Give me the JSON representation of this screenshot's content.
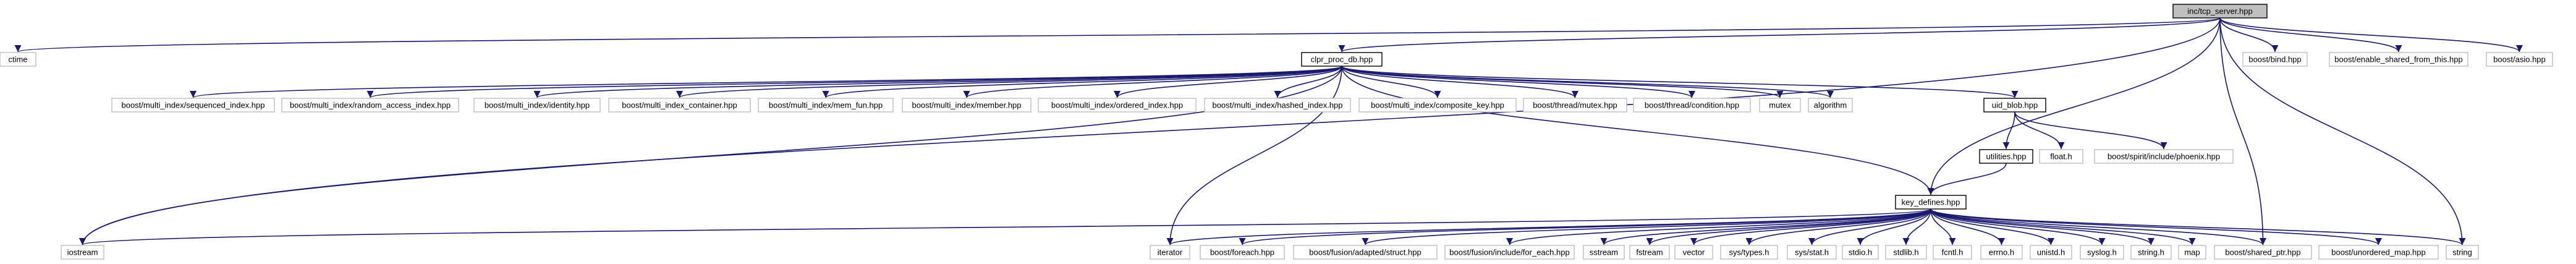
{
  "colors": {
    "edge": "#191970",
    "root_fill": "#bfbfbf",
    "root_border": "#000000",
    "documented_fill": "#ffffff",
    "documented_border": "#000000",
    "external_fill": "#ffffff",
    "external_border": "#bfbfbf",
    "text": "#000000"
  },
  "nodes": [
    {
      "id": "tcp_server",
      "label": "inc/tcp_server.hpp",
      "kind": "root"
    },
    {
      "id": "ctime",
      "label": "ctime",
      "kind": "external"
    },
    {
      "id": "clpr_proc_db",
      "label": "clpr_proc_db.hpp",
      "kind": "documented"
    },
    {
      "id": "boost_bind",
      "label": "boost/bind.hpp",
      "kind": "external"
    },
    {
      "id": "enable_shared",
      "label": "boost/enable_shared_from_this.hpp",
      "kind": "external"
    },
    {
      "id": "asio",
      "label": "boost/asio.hpp",
      "kind": "external"
    },
    {
      "id": "mi_seq",
      "label": "boost/multi_index/sequenced_index.hpp",
      "kind": "external"
    },
    {
      "id": "mi_ra",
      "label": "boost/multi_index/random_access_index.hpp",
      "kind": "external"
    },
    {
      "id": "mi_id",
      "label": "boost/multi_index/identity.hpp",
      "kind": "external"
    },
    {
      "id": "mi_cont",
      "label": "boost/multi_index_container.hpp",
      "kind": "external"
    },
    {
      "id": "mi_memfun",
      "label": "boost/multi_index/mem_fun.hpp",
      "kind": "external"
    },
    {
      "id": "mi_member",
      "label": "boost/multi_index/member.hpp",
      "kind": "external"
    },
    {
      "id": "mi_ord",
      "label": "boost/multi_index/ordered_index.hpp",
      "kind": "external"
    },
    {
      "id": "mi_hash",
      "label": "boost/multi_index/hashed_index.hpp",
      "kind": "external"
    },
    {
      "id": "mi_comp",
      "label": "boost/multi_index/composite_key.hpp",
      "kind": "external"
    },
    {
      "id": "th_mutex",
      "label": "boost/thread/mutex.hpp",
      "kind": "external"
    },
    {
      "id": "th_cond",
      "label": "boost/thread/condition.hpp",
      "kind": "external"
    },
    {
      "id": "mutex",
      "label": "mutex",
      "kind": "external"
    },
    {
      "id": "algorithm",
      "label": "algorithm",
      "kind": "external"
    },
    {
      "id": "uid_blob",
      "label": "uid_blob.hpp",
      "kind": "documented"
    },
    {
      "id": "utilities",
      "label": "utilities.hpp",
      "kind": "documented"
    },
    {
      "id": "float_h",
      "label": "float.h",
      "kind": "external"
    },
    {
      "id": "phoenix",
      "label": "boost/spirit/include/phoenix.hpp",
      "kind": "external"
    },
    {
      "id": "key_defines",
      "label": "key_defines.hpp",
      "kind": "documented"
    },
    {
      "id": "iostream",
      "label": "iostream",
      "kind": "external"
    },
    {
      "id": "iterator",
      "label": "iterator",
      "kind": "external"
    },
    {
      "id": "foreach",
      "label": "boost/foreach.hpp",
      "kind": "external"
    },
    {
      "id": "adapted",
      "label": "boost/fusion/adapted/struct.hpp",
      "kind": "external"
    },
    {
      "id": "for_each",
      "label": "boost/fusion/include/for_each.hpp",
      "kind": "external"
    },
    {
      "id": "sstream",
      "label": "sstream",
      "kind": "external"
    },
    {
      "id": "fstream",
      "label": "fstream",
      "kind": "external"
    },
    {
      "id": "vector",
      "label": "vector",
      "kind": "external"
    },
    {
      "id": "sys_types",
      "label": "sys/types.h",
      "kind": "external"
    },
    {
      "id": "sys_stat",
      "label": "sys/stat.h",
      "kind": "external"
    },
    {
      "id": "stdio",
      "label": "stdio.h",
      "kind": "external"
    },
    {
      "id": "stdlib",
      "label": "stdlib.h",
      "kind": "external"
    },
    {
      "id": "fcntl",
      "label": "fcntl.h",
      "kind": "external"
    },
    {
      "id": "errno",
      "label": "errno.h",
      "kind": "external"
    },
    {
      "id": "unistd",
      "label": "unistd.h",
      "kind": "external"
    },
    {
      "id": "syslog",
      "label": "syslog.h",
      "kind": "external"
    },
    {
      "id": "string_h",
      "label": "string.h",
      "kind": "external"
    },
    {
      "id": "map",
      "label": "map",
      "kind": "external"
    },
    {
      "id": "shared_ptr",
      "label": "boost/shared_ptr.hpp",
      "kind": "external"
    },
    {
      "id": "unordered_map",
      "label": "boost/unordered_map.hpp",
      "kind": "external"
    },
    {
      "id": "string",
      "label": "string",
      "kind": "external"
    }
  ],
  "edges": [
    [
      "tcp_server",
      "ctime"
    ],
    [
      "tcp_server",
      "clpr_proc_db"
    ],
    [
      "tcp_server",
      "boost_bind"
    ],
    [
      "tcp_server",
      "enable_shared"
    ],
    [
      "tcp_server",
      "asio"
    ],
    [
      "tcp_server",
      "iostream"
    ],
    [
      "tcp_server",
      "key_defines"
    ],
    [
      "tcp_server",
      "shared_ptr"
    ],
    [
      "tcp_server",
      "string"
    ],
    [
      "clpr_proc_db",
      "mi_seq"
    ],
    [
      "clpr_proc_db",
      "mi_ra"
    ],
    [
      "clpr_proc_db",
      "mi_id"
    ],
    [
      "clpr_proc_db",
      "mi_cont"
    ],
    [
      "clpr_proc_db",
      "mi_memfun"
    ],
    [
      "clpr_proc_db",
      "mi_member"
    ],
    [
      "clpr_proc_db",
      "mi_ord"
    ],
    [
      "clpr_proc_db",
      "mi_hash"
    ],
    [
      "clpr_proc_db",
      "mi_comp"
    ],
    [
      "clpr_proc_db",
      "th_mutex"
    ],
    [
      "clpr_proc_db",
      "th_cond"
    ],
    [
      "clpr_proc_db",
      "mutex"
    ],
    [
      "clpr_proc_db",
      "algorithm"
    ],
    [
      "clpr_proc_db",
      "uid_blob"
    ],
    [
      "clpr_proc_db",
      "key_defines"
    ],
    [
      "clpr_proc_db",
      "iterator"
    ],
    [
      "clpr_proc_db",
      "iostream"
    ],
    [
      "uid_blob",
      "utilities"
    ],
    [
      "uid_blob",
      "float_h"
    ],
    [
      "uid_blob",
      "phoenix"
    ],
    [
      "utilities",
      "key_defines"
    ],
    [
      "key_defines",
      "iostream"
    ],
    [
      "key_defines",
      "iterator"
    ],
    [
      "key_defines",
      "foreach"
    ],
    [
      "key_defines",
      "adapted"
    ],
    [
      "key_defines",
      "for_each"
    ],
    [
      "key_defines",
      "sstream"
    ],
    [
      "key_defines",
      "fstream"
    ],
    [
      "key_defines",
      "vector"
    ],
    [
      "key_defines",
      "sys_types"
    ],
    [
      "key_defines",
      "sys_stat"
    ],
    [
      "key_defines",
      "stdio"
    ],
    [
      "key_defines",
      "stdlib"
    ],
    [
      "key_defines",
      "fcntl"
    ],
    [
      "key_defines",
      "errno"
    ],
    [
      "key_defines",
      "unistd"
    ],
    [
      "key_defines",
      "syslog"
    ],
    [
      "key_defines",
      "string_h"
    ],
    [
      "key_defines",
      "map"
    ],
    [
      "key_defines",
      "shared_ptr"
    ],
    [
      "key_defines",
      "unordered_map"
    ],
    [
      "key_defines",
      "string"
    ]
  ]
}
